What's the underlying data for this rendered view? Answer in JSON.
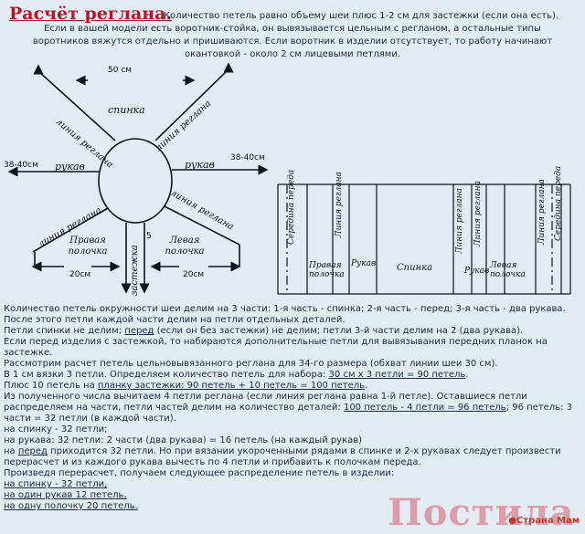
{
  "header": {
    "title": "Расчёт реглана.",
    "intro_line1": "Количество петель равно объему шеи плюс 1-2 см для застежки (если она есть).",
    "intro_line2": "Если в вашей модели есть воротник-стойка, он вывязывается цельным с регланом, а остальные типы",
    "intro_line3": "воротников вяжутся отдельно и пришиваются. Если воротник в изделии отсутствует, то работу начинают",
    "intro_line4": "окантовкой - около 2 см лицевыми петлями."
  },
  "diagram": {
    "top_width": "50 см",
    "left_width": "38-40см",
    "right_width": "38-40см",
    "spinka": "спинка",
    "rukav_left": "рукав",
    "rukav_right": "рукав",
    "raglan_tl": "линия реглана",
    "raglan_tr": "линия реглана",
    "raglan_bl": "линия реглана",
    "raglan_br": "линия реглана",
    "front_right": "Правая полочка",
    "front_left": "Левая полочка",
    "zastezhka": "застежка",
    "num5": "5",
    "bottom_left": "20см",
    "bottom_right": "20см"
  },
  "table_diagram": {
    "col_center_back_left": "Середина переда",
    "col_raglan1": "Линия реглана",
    "col_polochka1": "Правая полочка",
    "col_rukav1": "Рукав",
    "col_spinka": "Спинка",
    "col_raglan2": "Линия реглана",
    "col_raglan3": "Линия реглана",
    "col_rukav2": "Рукав",
    "col_polochka2": "Левая полочка",
    "col_raglan4": "Линия реглана",
    "col_center_front_right": "Середина переда"
  },
  "body": {
    "p1": "Количество петель окружности шеи делим на 3 части: 1-я часть - спинка; 2-я часть - перед; 3-я часть - два рукава. После этого петли каждой части делим на петли отдельных деталей.",
    "p2a": "Петли спинки не делим; ",
    "p2b": "перед",
    "p2c": " (если он без застежки) не делим; петли 3-й части делим на 2 (два рукава).",
    "p3": "Если перед изделия с застежкой, то набираются дополнительные петли для вывязывания передних планок на застежке.",
    "p4": "Рассмотрим расчет петель цельновывязанного реглана для 34-го размера (обхват линии шеи 30 см).",
    "p5a": "В 1 см вязки 3 петли. Определяем количество петель для набора: ",
    "p5b": "30 см х 3 петли = 90 петель",
    "p5c": ".",
    "p6a": "Плюс 10 петель на ",
    "p6b": "планку застежки: 90 петель + 10 петель = 100 петель",
    "p6c": ".",
    "p7a": "Из полученного числа вычитаем 4 петли реглана (если линия реглана равна 1-й петле). Оставшиеся петли распределяем на части, петли частей делим на количество деталей: ",
    "p7b": "100 петель - 4 петли = 96 петель",
    "p7c": "; 96 петель: 3 части = 32 петли (в каждой части).",
    "p8": "на спинку - 32 петли;",
    "p9": "на рукава: 32 петли: 2 части (два рукава) = 16 петель (на каждый рукав)",
    "p10a": "на ",
    "p10b": "перед",
    "p10c": " приходится 32 петли. Но при вязании укороченными рядами в спинке и 2-х рукавах следует произвести перерасчет и из каждого рукава вычесть по 4 петли и прибавить к полочкам переда.",
    "p11": "Произведя перерасчет, получаем следующее распределение петель в изделии:",
    "p12": "на спинку - 32 петли,",
    "p13": "на один рукав 12 петель,",
    "p14": "на одну полочку 20 петель."
  },
  "watermark": {
    "main": "Постила",
    "strana": "●Страна Мам"
  }
}
